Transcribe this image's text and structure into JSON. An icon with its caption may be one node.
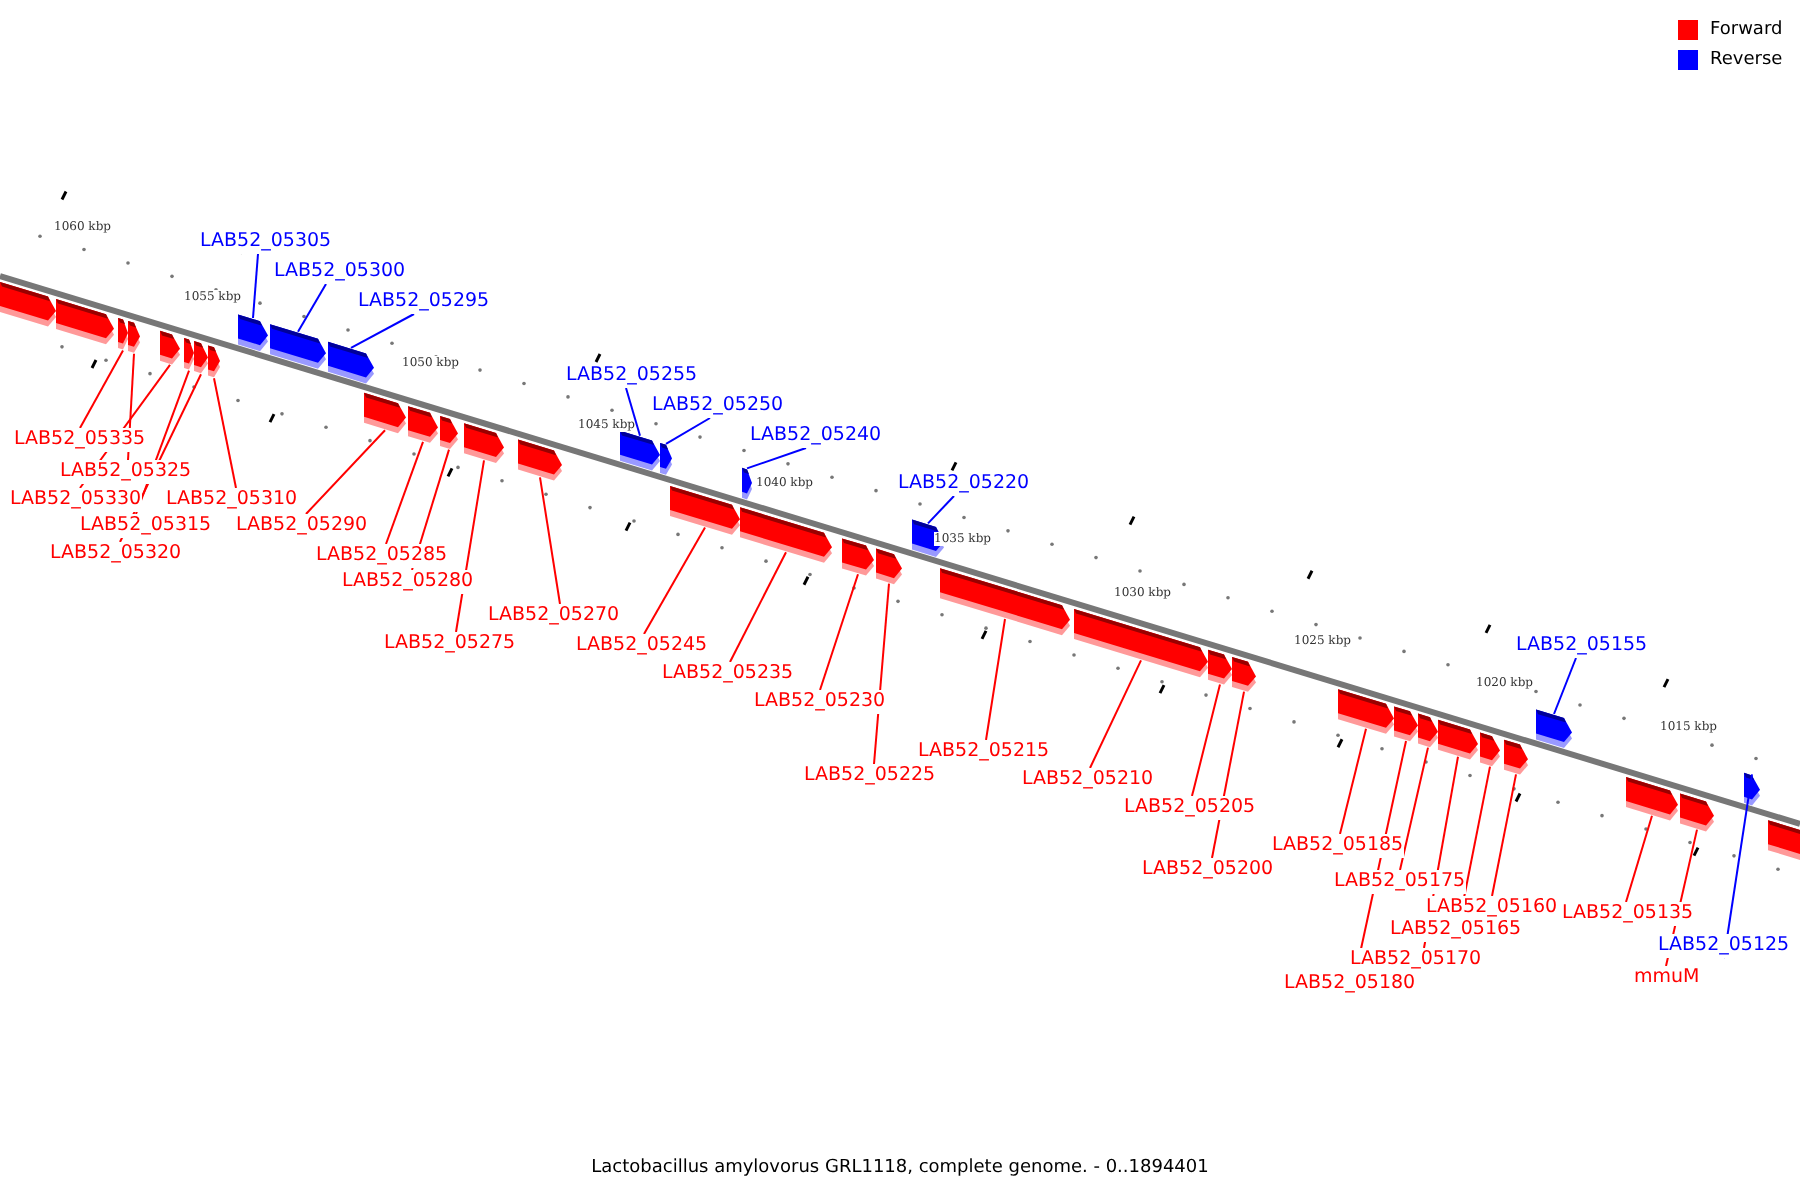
{
  "diagram": {
    "caption": "Lactobacillus amylovorus GRL1118, complete genome. - 0..1894401",
    "nodes": [
      {
        "text": [
          "LAB52_05305"
        ]
      },
      {
        "text": [
          "LAB52_05300"
        ]
      },
      {
        "text": [
          "LAB52_05295"
        ]
      },
      {
        "text": [
          "LAB52_05255"
        ]
      },
      {
        "text": [
          "LAB52_05250"
        ]
      },
      {
        "text": [
          "LAB52_05240"
        ]
      },
      {
        "text": [
          "LAB52_05220"
        ]
      },
      {
        "text": [
          "LAB52_05335"
        ]
      },
      {
        "text": [
          "LAB52_05325"
        ]
      },
      {
        "text": [
          "LAB52_05330"
        ]
      },
      {
        "text": [
          "LAB52_05310"
        ]
      },
      {
        "text": [
          "LAB52_05315"
        ]
      },
      {
        "text": [
          "LAB52_05320"
        ]
      },
      {
        "text": [
          "LAB52_05290"
        ]
      },
      {
        "text": [
          "LAB52_05285"
        ]
      },
      {
        "text": [
          "LAB52_05280"
        ]
      },
      {
        "text": [
          "LAB52_05275"
        ]
      },
      {
        "text": [
          "LAB52_05270"
        ]
      },
      {
        "text": [
          "LAB52_05245"
        ]
      },
      {
        "text": [
          "LAB52_05235"
        ]
      },
      {
        "text": [
          "LAB52_05230"
        ]
      },
      {
        "text": [
          "LAB52_05225"
        ]
      },
      {
        "text": [
          "LAB52_05215"
        ]
      },
      {
        "text": [
          "LAB52_05210"
        ]
      },
      {
        "text": [
          "LAB52_05205"
        ]
      },
      {
        "text": [
          "LAB52_05200"
        ]
      },
      {
        "text": [
          "LAB52_05185"
        ]
      },
      {
        "text": [
          "LAB52_05175"
        ]
      },
      {
        "text": [
          "LAB52_05160"
        ]
      },
      {
        "text": [
          "LAB52_05165"
        ]
      },
      {
        "text": [
          "LAB52_05170"
        ]
      },
      {
        "text": [
          "LAB52_05180"
        ]
      },
      {
        "text": [
          "LAB52_05135"
        ]
      },
      {
        "text": [
          "mmuM"
        ]
      },
      {
        "text": [
          "LAB52_05155"
        ]
      },
      {
        "text": [
          "LAB52_05125"
        ]
      },
      {
        "text": [],
        "shape": "bar"
      },
      {
        "text": [],
        "shape": "bar"
      },
      {
        "text": [],
        "shape": "bar"
      },
      {
        "text": [],
        "shape": "bar"
      },
      {
        "text": [],
        "shape": "bar"
      },
      {
        "text": [],
        "shape": "bar"
      },
      {
        "text": [],
        "shape": "bar"
      },
      {
        "text": [],
        "shape": "bar"
      },
      {
        "text": [],
        "shape": "bar"
      },
      {
        "text": [],
        "shape": "bar"
      },
      {
        "text": [],
        "shape": "bar"
      },
      {
        "text": [],
        "shape": "bar"
      },
      {
        "text": [],
        "shape": "bar"
      },
      {
        "text": [],
        "shape": "bar"
      },
      {
        "text": [],
        "shape": "bar"
      },
      {
        "text": [],
        "shape": "bar"
      },
      {
        "text": [],
        "shape": "bar"
      },
      {
        "text": [],
        "shape": "bar"
      },
      {
        "text": [],
        "shape": "bar"
      },
      {
        "text": [],
        "shape": "bar"
      },
      {
        "text": [],
        "shape": "bar"
      },
      {
        "text": [],
        "shape": "bar"
      },
      {
        "text": [],
        "shape": "bar"
      },
      {
        "text": [],
        "shape": "bar"
      },
      {
        "text": [],
        "shape": "bar"
      },
      {
        "text": [],
        "shape": "bar"
      },
      {
        "text": [],
        "shape": "bar"
      },
      {
        "text": [],
        "shape": "bar"
      },
      {
        "text": [],
        "shape": "bar"
      },
      {
        "text": [],
        "shape": "bar"
      },
      {
        "text": [],
        "shape": "bar"
      },
      {
        "text": [],
        "shape": "bar"
      },
      {
        "text": [],
        "shape": "bar"
      },
      {
        "text": [],
        "shape": "bar"
      },
      {
        "text": [],
        "shape": "bar"
      },
      {
        "text": [],
        "shape": "bar"
      },
      {
        "text": [],
        "shape": "bar"
      },
      {
        "text": [],
        "shape": "bar"
      },
      {
        "text": [],
        "shape": "bar"
      }
    ],
    "edges": [
      {
        "from": 0,
        "to": 42,
        "arrow": "none",
        "color": "#0000ff"
      },
      {
        "from": 1,
        "to": 43,
        "arrow": "none",
        "color": "#0000ff"
      },
      {
        "from": 2,
        "to": 44,
        "arrow": "none",
        "color": "#0000ff"
      },
      {
        "from": 3,
        "to": 50,
        "arrow": "none",
        "color": "#0000ff"
      },
      {
        "from": 4,
        "to": 51,
        "arrow": "none",
        "color": "#0000ff"
      },
      {
        "from": 5,
        "to": 54,
        "arrow": "none",
        "color": "#0000ff"
      },
      {
        "from": 6,
        "to": 57,
        "arrow": "none",
        "color": "#0000ff"
      },
      {
        "from": 7,
        "to": 36,
        "arrow": "none"
      },
      {
        "from": 8,
        "to": 37,
        "arrow": "none"
      },
      {
        "from": 9,
        "to": 38,
        "arrow": "none"
      },
      {
        "from": 10,
        "to": 41,
        "arrow": "none"
      },
      {
        "from": 11,
        "to": 39,
        "arrow": "none"
      },
      {
        "from": 12,
        "to": 40,
        "arrow": "none"
      },
      {
        "from": 13,
        "to": 45,
        "arrow": "none"
      },
      {
        "from": 14,
        "to": 46,
        "arrow": "none"
      },
      {
        "from": 15,
        "to": 47,
        "arrow": "none"
      },
      {
        "from": 16,
        "to": 48,
        "arrow": "none"
      },
      {
        "from": 17,
        "to": 49,
        "arrow": "none"
      },
      {
        "from": 18,
        "to": 52,
        "arrow": "none"
      },
      {
        "from": 19,
        "to": 53,
        "arrow": "none"
      },
      {
        "from": 20,
        "to": 55,
        "arrow": "none"
      },
      {
        "from": 21,
        "to": 56,
        "arrow": "none"
      },
      {
        "from": 22,
        "to": 58,
        "arrow": "none"
      },
      {
        "from": 23,
        "to": 59,
        "arrow": "none"
      },
      {
        "from": 24,
        "to": 60,
        "arrow": "none"
      },
      {
        "from": 25,
        "to": 61,
        "arrow": "none"
      },
      {
        "from": 26,
        "to": 62,
        "arrow": "none"
      },
      {
        "from": 27,
        "to": 64,
        "arrow": "none"
      },
      {
        "from": 28,
        "to": 67,
        "arrow": "none"
      },
      {
        "from": 29,
        "to": 66,
        "arrow": "none"
      },
      {
        "from": 30,
        "to": 65,
        "arrow": "none"
      },
      {
        "from": 31,
        "to": 63,
        "arrow": "none"
      },
      {
        "from": 32,
        "to": 69,
        "arrow": "none"
      },
      {
        "from": 33,
        "to": 70,
        "arrow": "none"
      },
      {
        "from": 34,
        "to": 68,
        "arrow": "none",
        "color": "#0000ff"
      },
      {
        "from": 35,
        "to": 71,
        "arrow": "none",
        "color": "#0000ff"
      }
    ],
    "labels": [
      "1060 kbp",
      "1055 kbp",
      "1050 kbp",
      "1045 kbp",
      "1040 kbp",
      "1035 kbp",
      "1030 kbp",
      "1025 kbp",
      "1020 kbp",
      "1015 kbp"
    ],
    "legend": [
      {
        "text": "Forward",
        "color": "#ff0000"
      },
      {
        "text": "Reverse",
        "color": "#0000ff"
      }
    ]
  }
}
